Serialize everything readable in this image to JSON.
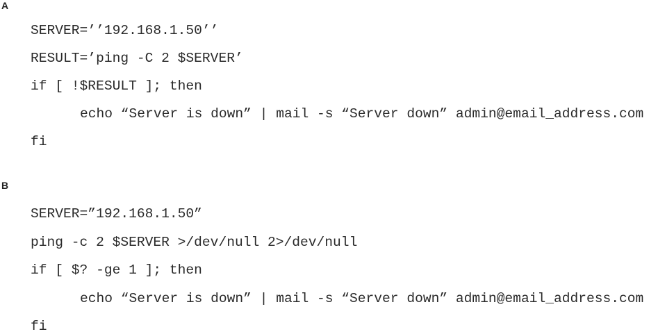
{
  "options": [
    {
      "label": "A",
      "lines": [
        "SERVER=’’192.168.1.50’’",
        "RESULT=’ping -C 2 $SERVER’",
        "if [ !$RESULT ]; then",
        "echo “Server is down” | mail -s “Server down” admin@email_address.com",
        "fi"
      ]
    },
    {
      "label": "B",
      "lines": [
        "SERVER=”192.168.1.50”",
        "ping -c 2 $SERVER >/dev/null 2>/dev/null",
        "if [ $? -ge 1 ]; then",
        "echo “Server is down” | mail -s “Server down” admin@email_address.com",
        "fi"
      ]
    }
  ]
}
